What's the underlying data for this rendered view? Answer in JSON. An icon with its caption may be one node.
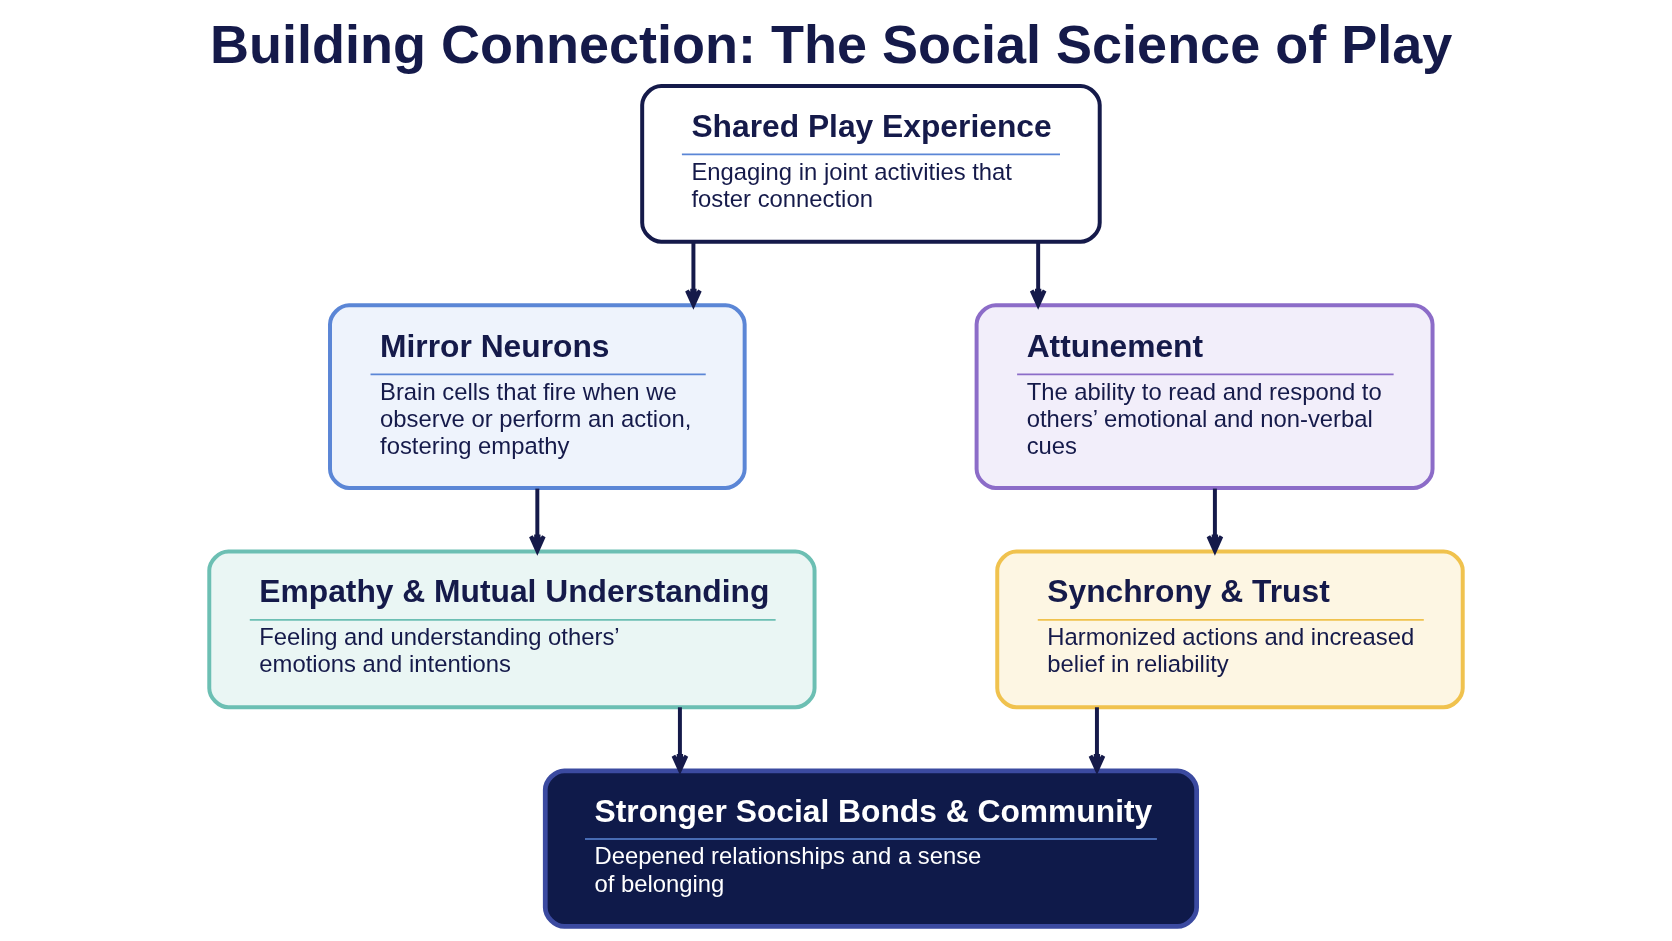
{
  "diagram": {
    "title": "Building Connection: The Social Science of Play",
    "nodes": [
      {
        "text": [
          "Shared Play Experience",
          "Engaging in joint activities that foster connection"
        ]
      },
      {
        "text": [
          "Mirror Neurons",
          "Brain cells that fire when we observe or perform an action, fostering empathy"
        ]
      },
      {
        "text": [
          "Attunement",
          "The ability to read and respond to others’ emotional and non-verbal cues"
        ]
      },
      {
        "text": [
          "Empathy & Mutual Understanding",
          "Feeling and understanding others’ emotions and intentions"
        ]
      },
      {
        "text": [
          "Synchrony & Trust",
          "Harmonized actions and increased belief in reliability"
        ]
      },
      {
        "text": [
          "Stronger Social Bonds & Community",
          "Deepened relationships and a sense of belonging"
        ]
      }
    ],
    "edges": [
      {
        "from": 0,
        "to": 1,
        "arrow": "to"
      },
      {
        "from": 0,
        "to": 2,
        "arrow": "to"
      },
      {
        "from": 1,
        "to": 3,
        "arrow": "to"
      },
      {
        "from": 2,
        "to": 4,
        "arrow": "to"
      },
      {
        "from": 3,
        "to": 5,
        "arrow": "to"
      },
      {
        "from": 4,
        "to": 5,
        "arrow": "to"
      }
    ]
  }
}
